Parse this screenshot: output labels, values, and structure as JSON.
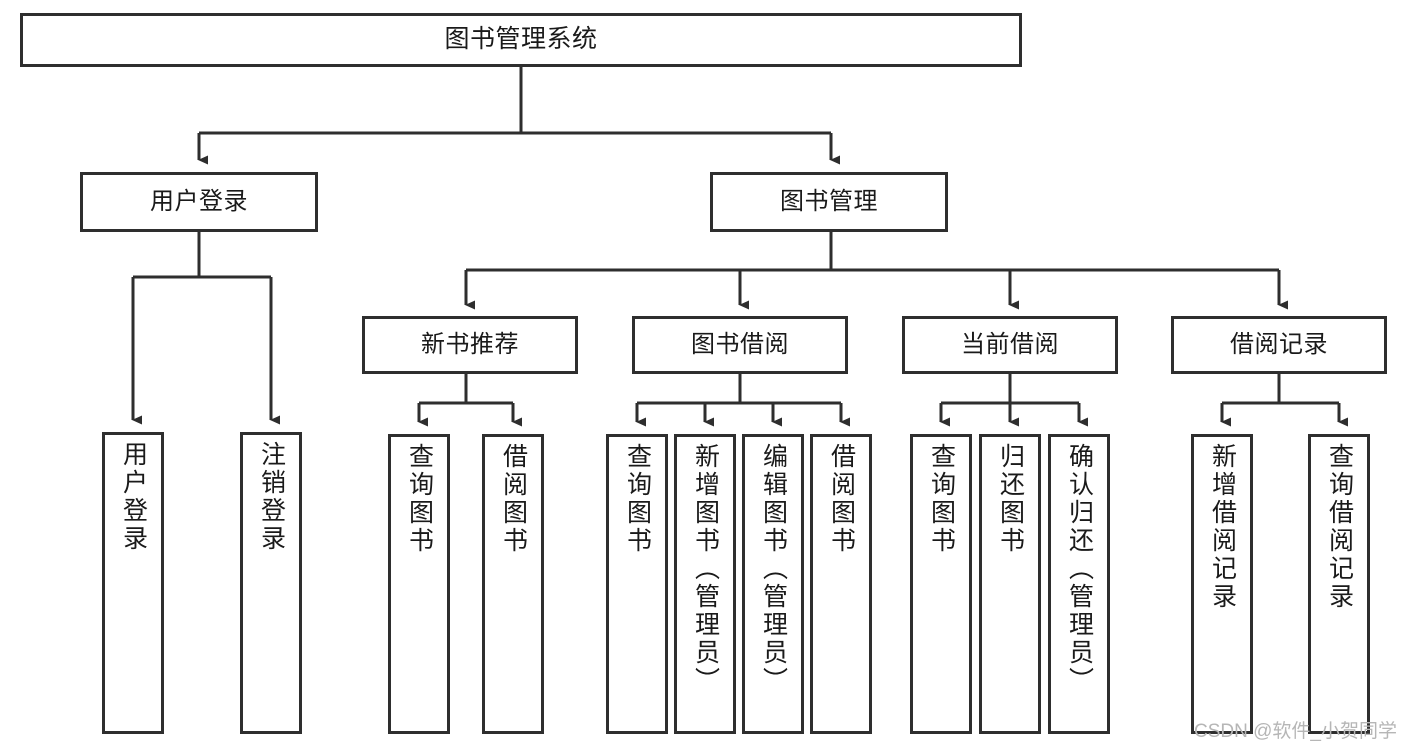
{
  "diagram": {
    "title": "图书管理系统",
    "type": "tree-hierarchy",
    "watermark": "CSDN @软件_小贺同学",
    "colors": {
      "box_border": "#2e2e2e",
      "box_fill": "#ffffff",
      "edge": "#2e2e2e",
      "text": "#1a1a1a",
      "watermark": "#b6b6b6",
      "background": "#ffffff"
    },
    "root": {
      "label": "图书管理系统"
    },
    "level2": [
      {
        "label": "用户登录"
      },
      {
        "label": "图书管理"
      }
    ],
    "level3": [
      {
        "label": "新书推荐"
      },
      {
        "label": "图书借阅"
      },
      {
        "label": "当前借阅"
      },
      {
        "label": "借阅记录"
      }
    ],
    "leaves": {
      "user_login": [
        {
          "label": "用户登录"
        },
        {
          "label": "注销登录"
        }
      ],
      "new_book_recommend": [
        {
          "label": "查询图书"
        },
        {
          "label": "借阅图书"
        }
      ],
      "book_borrow": [
        {
          "label": "查询图书"
        },
        {
          "label": "新增图书（管理员）"
        },
        {
          "label": "编辑图书（管理员）"
        },
        {
          "label": "借阅图书"
        }
      ],
      "current_borrow": [
        {
          "label": "查询图书"
        },
        {
          "label": "归还图书"
        },
        {
          "label": "确认归还（管理员）"
        }
      ],
      "borrow_record": [
        {
          "label": "新增借阅记录"
        },
        {
          "label": "查询借阅记录"
        }
      ]
    }
  }
}
